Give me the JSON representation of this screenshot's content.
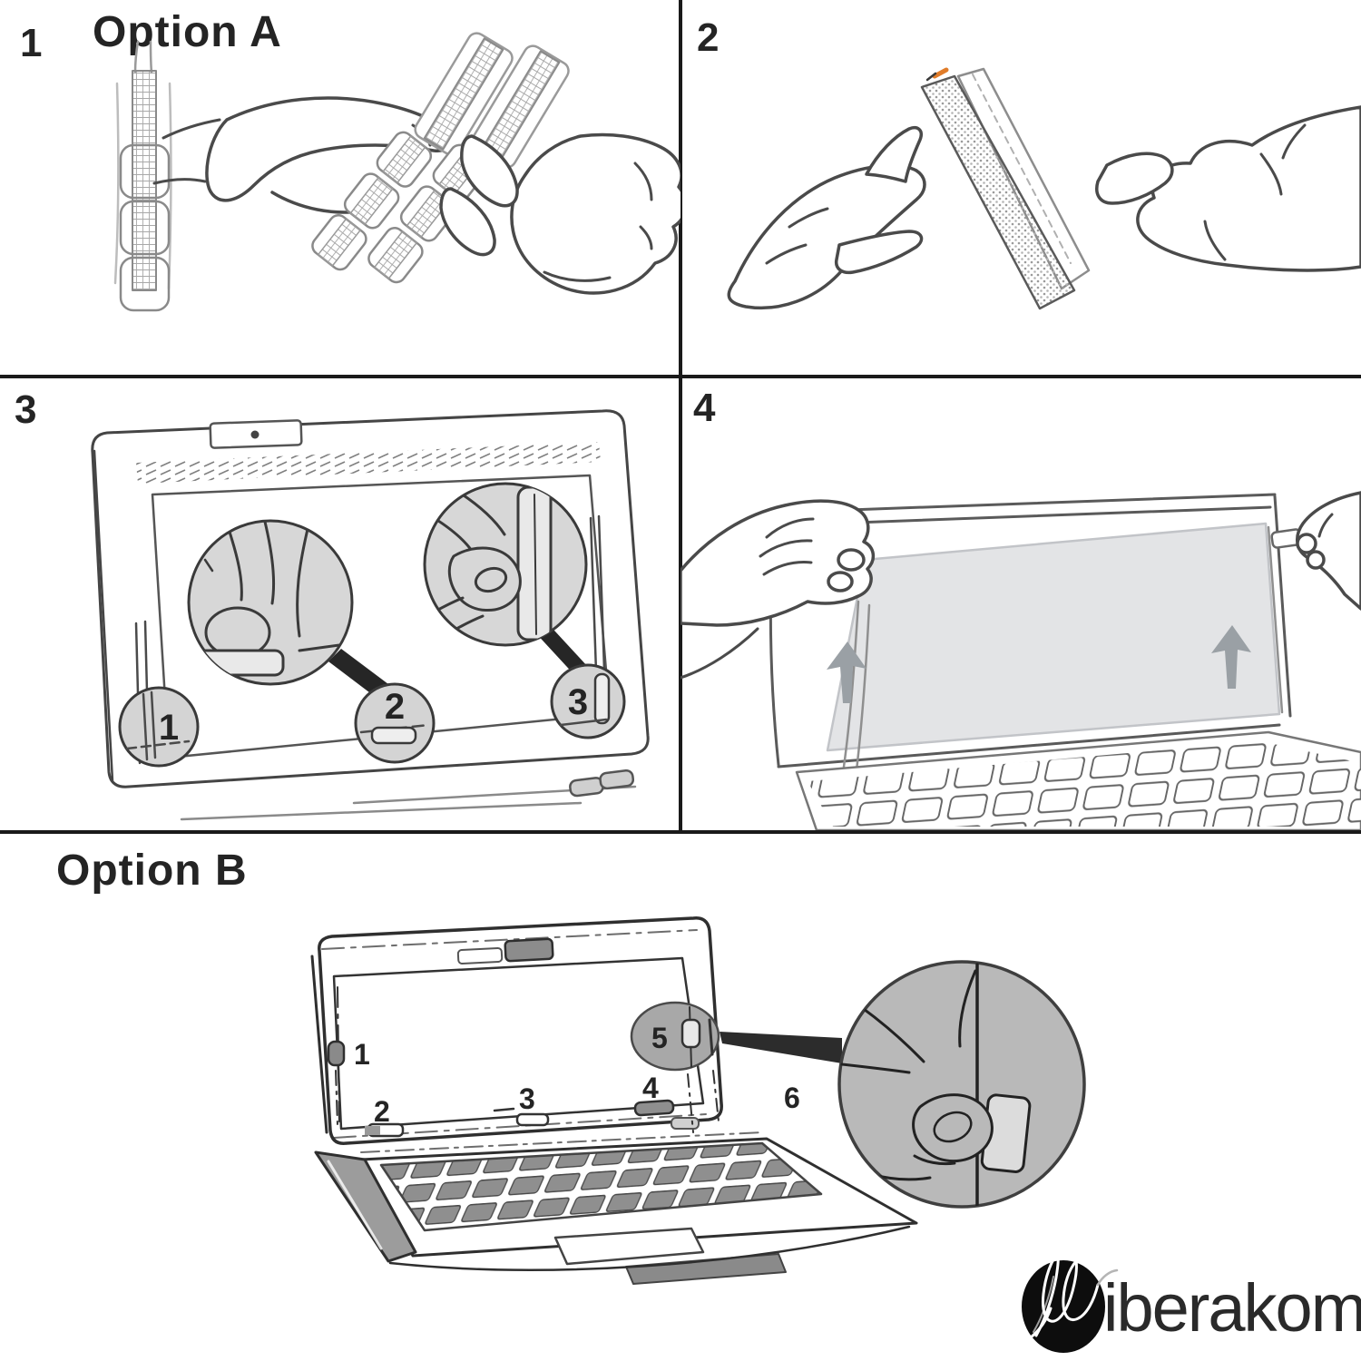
{
  "steps": {
    "one": {
      "number": "1",
      "title": "Option A"
    },
    "two": {
      "number": "2"
    },
    "three": {
      "number": "3",
      "callouts": [
        "1",
        "2",
        "3"
      ]
    },
    "four": {
      "number": "4"
    }
  },
  "option_b": {
    "title": "Option B",
    "callouts": [
      "1",
      "2",
      "3",
      "4",
      "5",
      "6"
    ]
  },
  "logo": {
    "text": "Miberakom",
    "initial": "M",
    "rest": "iberakom"
  },
  "colors": {
    "divider": "#1a1a1a",
    "ink": "#474747",
    "laptop_ink": "#2f2f2f",
    "callout_fill": "#d7d7d7",
    "magnifier_fill": "#b9b9b9",
    "sheet_fill": "#e3e4e6",
    "arrow_fill": "#9aa0a5",
    "key_fill": "#8f8f8f",
    "accent": "#e07c2a",
    "logo_bg": "#0d0d0d"
  }
}
